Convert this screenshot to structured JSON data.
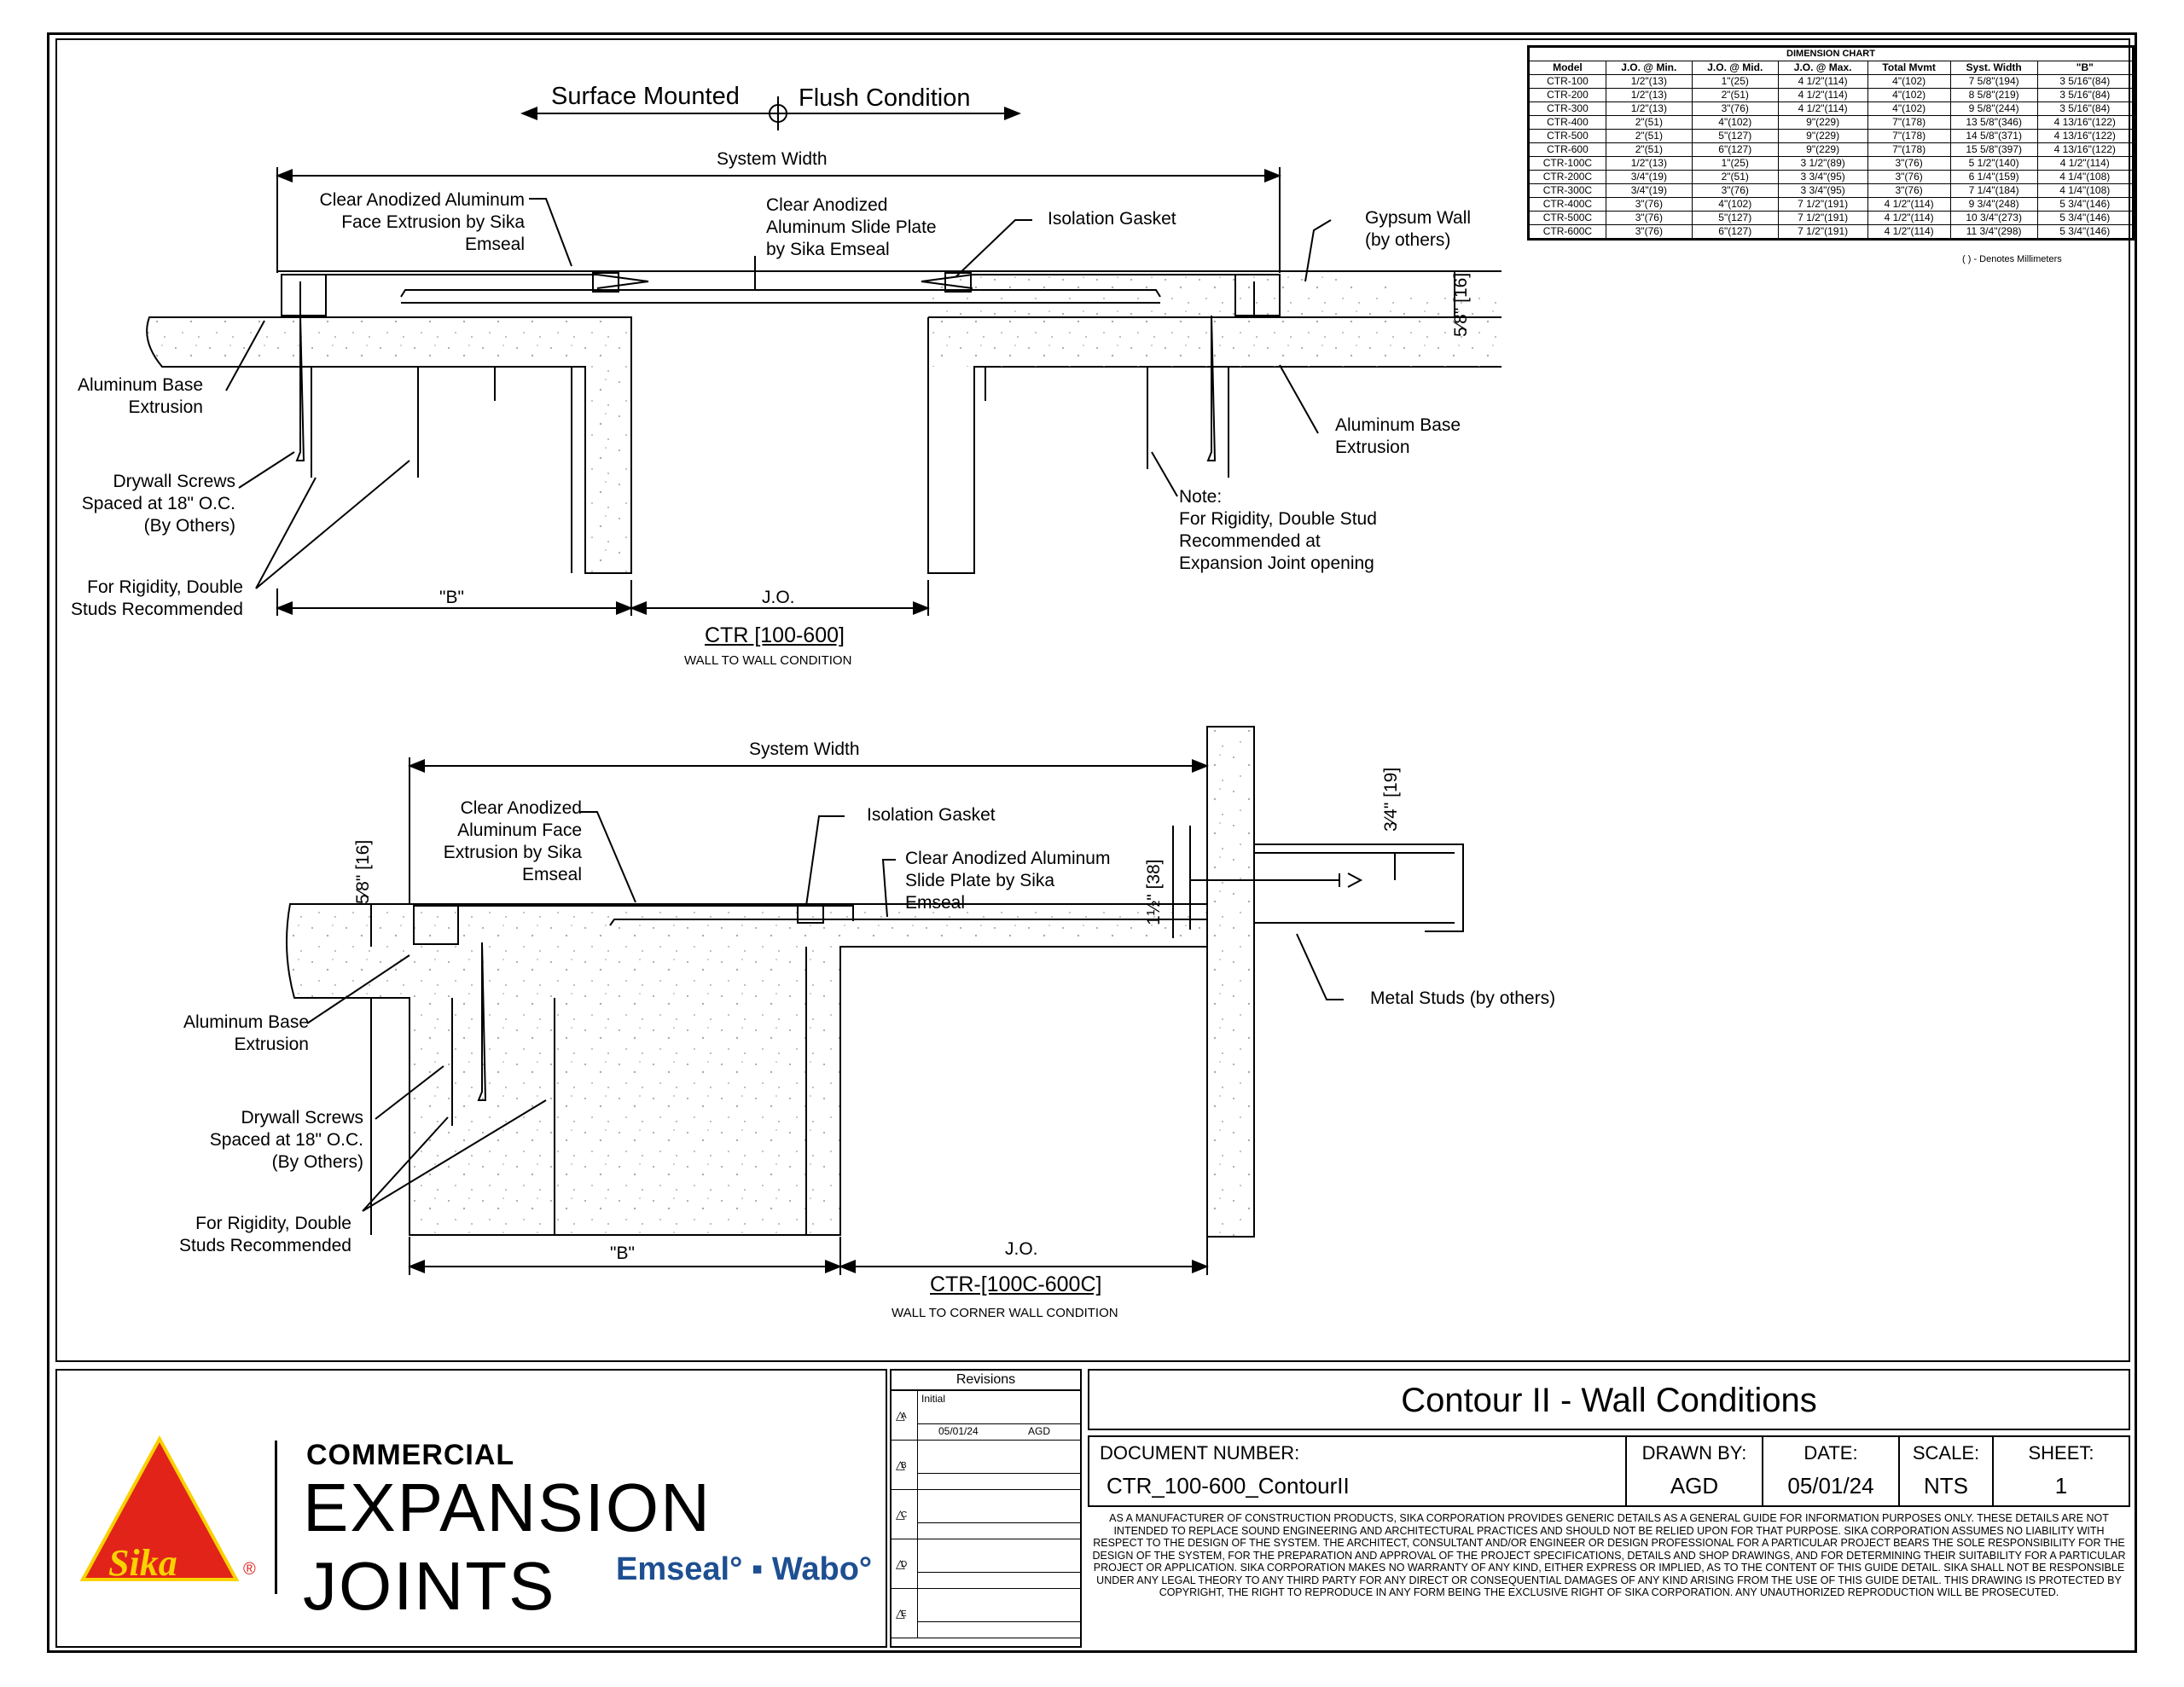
{
  "dimension_chart": {
    "title": "DIMENSION CHART",
    "columns": [
      "Model",
      "J.O. @ Min.",
      "J.O. @ Mid.",
      "J.O. @ Max.",
      "Total Mvmt",
      "Syst. Width",
      "\"B\""
    ],
    "rows": [
      [
        "CTR-100",
        "1/2\"(13)",
        "1\"(25)",
        "4 1/2\"(114)",
        "4\"(102)",
        "7 5/8\"(194)",
        "3 5/16\"(84)"
      ],
      [
        "CTR-200",
        "1/2\"(13)",
        "2\"(51)",
        "4 1/2\"(114)",
        "4\"(102)",
        "8 5/8\"(219)",
        "3 5/16\"(84)"
      ],
      [
        "CTR-300",
        "1/2\"(13)",
        "3\"(76)",
        "4 1/2\"(114)",
        "4\"(102)",
        "9 5/8\"(244)",
        "3 5/16\"(84)"
      ],
      [
        "CTR-400",
        "2\"(51)",
        "4\"(102)",
        "9\"(229)",
        "7\"(178)",
        "13 5/8\"(346)",
        "4 13/16\"(122)"
      ],
      [
        "CTR-500",
        "2\"(51)",
        "5\"(127)",
        "9\"(229)",
        "7\"(178)",
        "14 5/8\"(371)",
        "4 13/16\"(122)"
      ],
      [
        "CTR-600",
        "2\"(51)",
        "6\"(127)",
        "9\"(229)",
        "7\"(178)",
        "15 5/8\"(397)",
        "4 13/16\"(122)"
      ],
      [
        "CTR-100C",
        "1/2\"(13)",
        "1\"(25)",
        "3 1/2\"(89)",
        "3\"(76)",
        "5 1/2\"(140)",
        "4 1/2\"(114)"
      ],
      [
        "CTR-200C",
        "3/4\"(19)",
        "2\"(51)",
        "3 3/4\"(95)",
        "3\"(76)",
        "6 1/4\"(159)",
        "4 1/4\"(108)"
      ],
      [
        "CTR-300C",
        "3/4\"(19)",
        "3\"(76)",
        "3 3/4\"(95)",
        "3\"(76)",
        "7 1/4\"(184)",
        "4 1/4\"(108)"
      ],
      [
        "CTR-400C",
        "3\"(76)",
        "4\"(102)",
        "7 1/2\"(191)",
        "4 1/2\"(114)",
        "9 3/4\"(248)",
        "5 3/4\"(146)"
      ],
      [
        "CTR-500C",
        "3\"(76)",
        "5\"(127)",
        "7 1/2\"(191)",
        "4 1/2\"(114)",
        "10 3/4\"(273)",
        "5 3/4\"(146)"
      ],
      [
        "CTR-600C",
        "3\"(76)",
        "6\"(127)",
        "7 1/2\"(191)",
        "4 1/2\"(114)",
        "11 3/4\"(298)",
        "5 3/4\"(146)"
      ]
    ],
    "note": "( ) - Denotes Millimeters"
  },
  "detail_top": {
    "surface_mounted": "Surface Mounted",
    "flush_condition": "Flush Condition",
    "system_width": "System Width",
    "face_extrusion": [
      "Clear Anodized Aluminum",
      "Face Extrusion by Sika",
      "Emseal"
    ],
    "slide_plate": [
      "Clear Anodized",
      "Aluminum Slide Plate",
      "by Sika Emseal"
    ],
    "isolation_gasket": "Isolation  Gasket",
    "gypsum_wall": [
      "Gypsum Wall",
      "(by others)"
    ],
    "base_extrusion_left": [
      "Aluminum Base",
      "Extrusion"
    ],
    "base_extrusion_right": [
      "Aluminum Base",
      "Extrusion"
    ],
    "drywall_screws": [
      "Drywall Screws",
      "Spaced at 18\" O.C.",
      "(By Others)"
    ],
    "double_studs": [
      "For Rigidity, Double",
      "Studs Recommended"
    ],
    "note": [
      "Note:",
      "For Rigidity, Double Stud",
      "Recommended at",
      "Expansion Joint opening"
    ],
    "thickness": "5⁄8\" [16]",
    "b_dim": "\"B\"",
    "jo_dim": "J.O.",
    "title": "CTR [100-600]",
    "subtitle": "WALL TO WALL CONDITION"
  },
  "detail_bottom": {
    "system_width": "System Width",
    "face_extrusion": [
      "Clear Anodized",
      "Aluminum Face",
      "Extrusion by Sika",
      "Emseal"
    ],
    "isolation_gasket": "Isolation  Gasket",
    "slide_plate": [
      "Clear Anodized Aluminum",
      "Slide Plate by Sika",
      "Emseal"
    ],
    "thickness": "5⁄8\" [16]",
    "height": "1½\" [38]",
    "offset": "3⁄4\" [19]",
    "metal_studs": "Metal Studs (by others)",
    "base_extrusion": [
      "Aluminum Base",
      "Extrusion"
    ],
    "drywall_screws": [
      "Drywall Screws",
      "Spaced at 18\" O.C.",
      "(By Others)"
    ],
    "double_studs": [
      "For Rigidity, Double",
      "Studs Recommended"
    ],
    "b_dim": "\"B\"",
    "jo_dim": "J.O.",
    "title": "CTR-[100C-600C]",
    "subtitle": "WALL TO CORNER WALL CONDITION"
  },
  "title_block": {
    "brand": "Sika",
    "registered": "®",
    "line1": "COMMERCIAL",
    "line2": "EXPANSION JOINTS",
    "emseal": "Emseal",
    "wabo": "Wabo",
    "revisions_title": "Revisions",
    "revisions": [
      {
        "mark": "A",
        "label": "Initial",
        "date": "05/01/24",
        "by": "AGD"
      },
      {
        "mark": "B",
        "label": "",
        "date": "",
        "by": ""
      },
      {
        "mark": "C",
        "label": "",
        "date": "",
        "by": ""
      },
      {
        "mark": "D",
        "label": "",
        "date": "",
        "by": ""
      },
      {
        "mark": "E",
        "label": "",
        "date": "",
        "by": ""
      }
    ],
    "drawing_title": "Contour II - Wall Conditions",
    "document_number_label": "DOCUMENT NUMBER:",
    "document_number": "CTR_100-600_ContourII",
    "drawn_by_label": "DRAWN BY:",
    "drawn_by": "AGD",
    "date_label": "DATE:",
    "date": "05/01/24",
    "scale_label": "SCALE:",
    "scale": "NTS",
    "sheet_label": "SHEET:",
    "sheet": "1",
    "disclaimer": "As a manufacturer of construction products, Sika Corporation provides generic details as a general guide for information purposes only. These details are not intended to replace sound engineering and architectural practices and should not be relied upon for that purpose. Sika Corporation assumes no liability with respect to the design of the system. The architect, consultant and/or engineer or design professional for a particular project bears the sole responsibility for the design of the system, for the preparation and approval of the project specifications, details and shop drawings, and for determining their suitability for a particular project or application. Sika Corporation makes no warranty of any kind, either express or implied, as to the content of this guide detail. Sika shall not be responsible under any legal theory to any third party for any direct or consequential damages of any kind arising from the use of this guide detail. This drawing is protected by copyright, the right to reproduce in any form being the exclusive right of Sika Corporation. Any unauthorized reproduction will be prosecuted.",
    "colors": {
      "sika_red": "#e2231a",
      "sika_yellow": "#f9d200",
      "emseal_blue": "#1d4f91"
    }
  }
}
